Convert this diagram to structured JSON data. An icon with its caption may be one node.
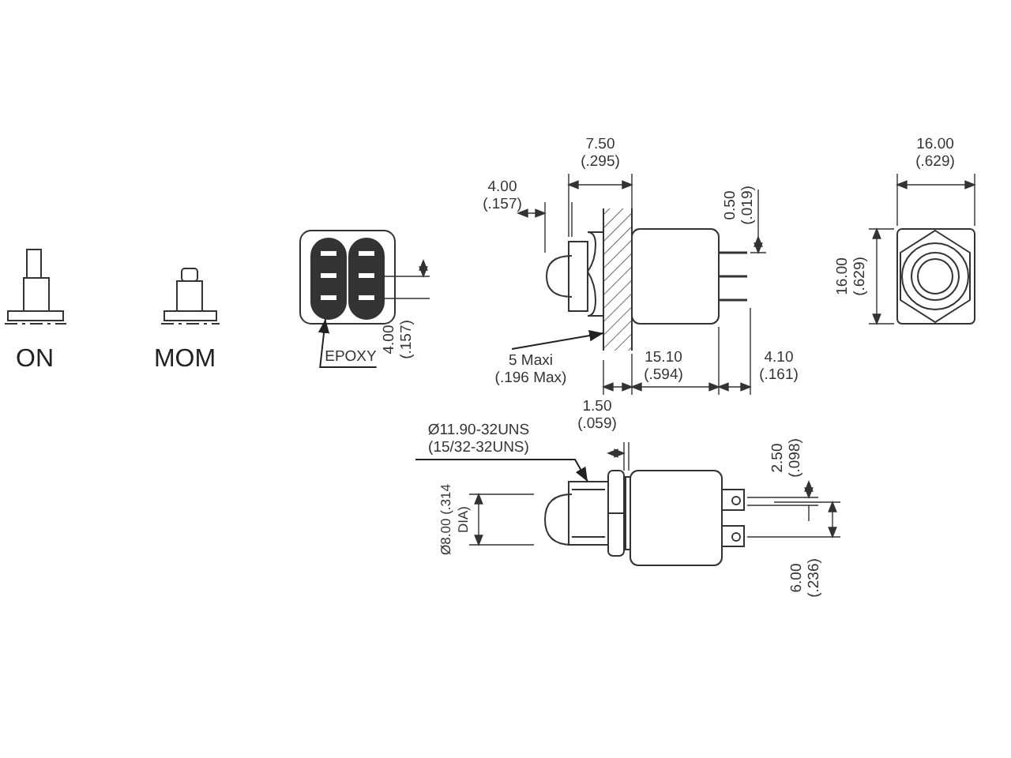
{
  "diagram": {
    "nodes": [
      {
        "text": [
          "EPOXY"
        ]
      },
      {
        "text": [
          "5 Maxi (.196 Max)"
        ]
      },
      {
        "text": [
          "Ø11.90-32UNS (15/32-32UNS)"
        ]
      },
      {
        "text": [],
        "shape": "box"
      },
      {
        "text": [],
        "shape": "box"
      },
      {
        "text": [],
        "shape": "box"
      }
    ],
    "edges": [
      {
        "from": 0,
        "to": 3,
        "arrow": "to"
      },
      {
        "from": 1,
        "to": 4,
        "arrow": "to"
      },
      {
        "from": 2,
        "to": 5,
        "arrow": "to"
      }
    ],
    "labels": [
      "7.50 (.295)",
      "16.00 (.629)",
      "4.00 (.157)",
      "0.50 (.019)",
      "16.00 (.629)",
      "ON",
      "MOM",
      "4.00 (.157)",
      "15.10 (.594)",
      "4.10 (.161)",
      "1.50 (.059)",
      "2.50 (.098)",
      "Ø8.00 (.314 DIA)",
      "6.00 (.236)"
    ]
  }
}
